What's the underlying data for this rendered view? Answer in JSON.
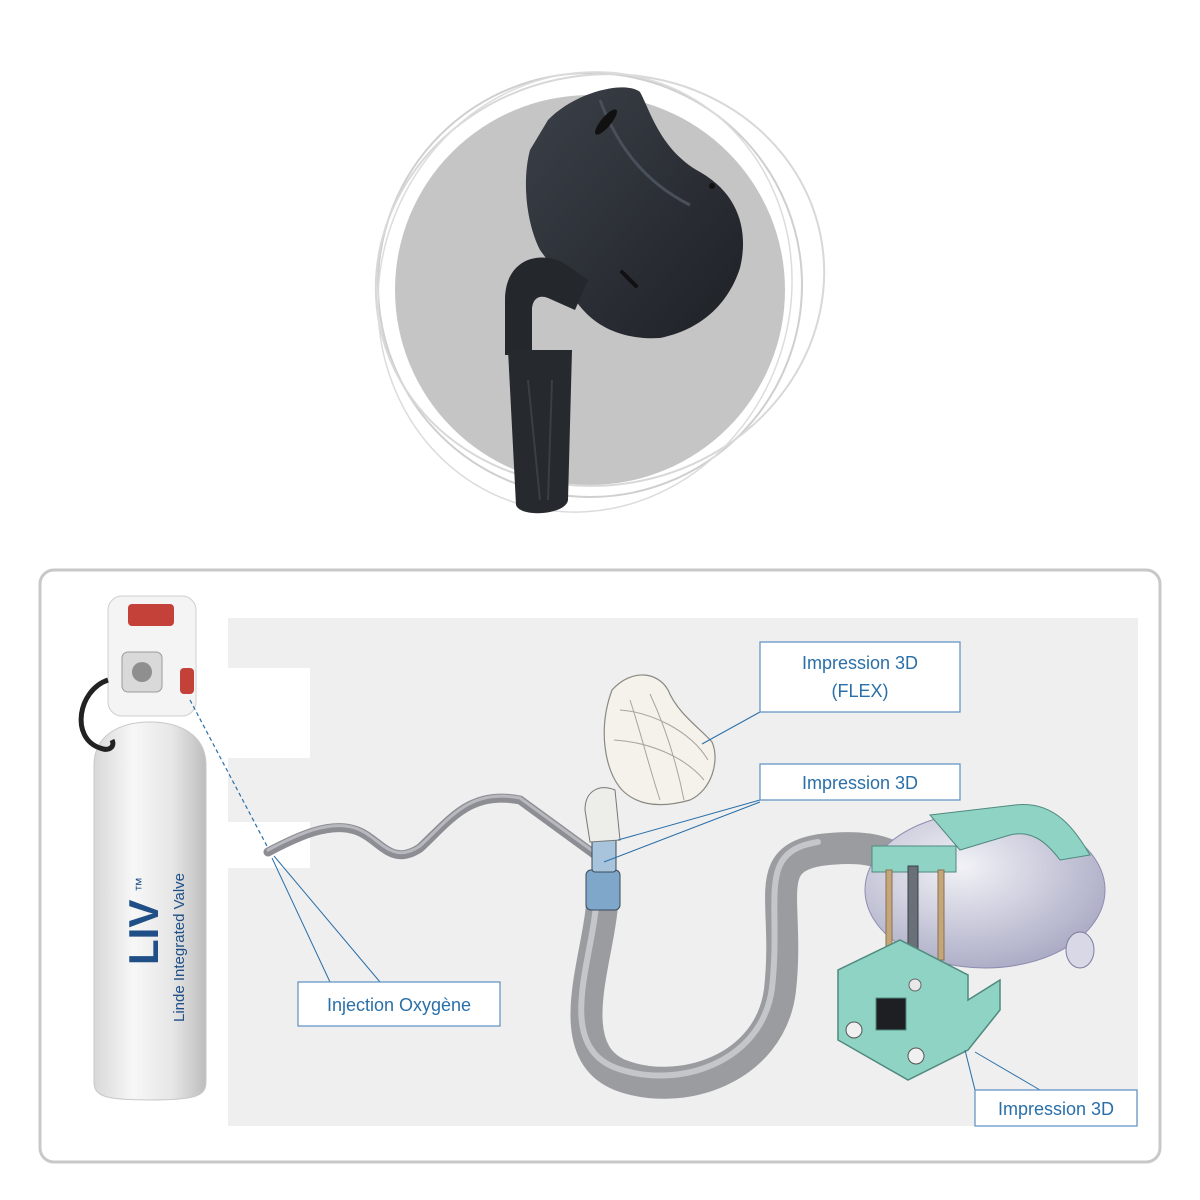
{
  "labels": {
    "mask_flex_line1": "Impression 3D",
    "mask_flex_line2": "(FLEX)",
    "connector": "Impression 3D",
    "pump_base": "Impression 3D",
    "oxygen": "Injection Oxygène"
  },
  "cylinder": {
    "brand": "LIV",
    "trademark": "™",
    "subtitle": "Linde Integrated Valve"
  },
  "colors": {
    "callout_text": "#2a6fa8",
    "callout_border": "#5b8fc0",
    "pump_green": "#8fd3c4",
    "tube_grey": "#9a9ca0",
    "mask_black": "#2b2e33",
    "panel_border": "#c8c8c8"
  }
}
